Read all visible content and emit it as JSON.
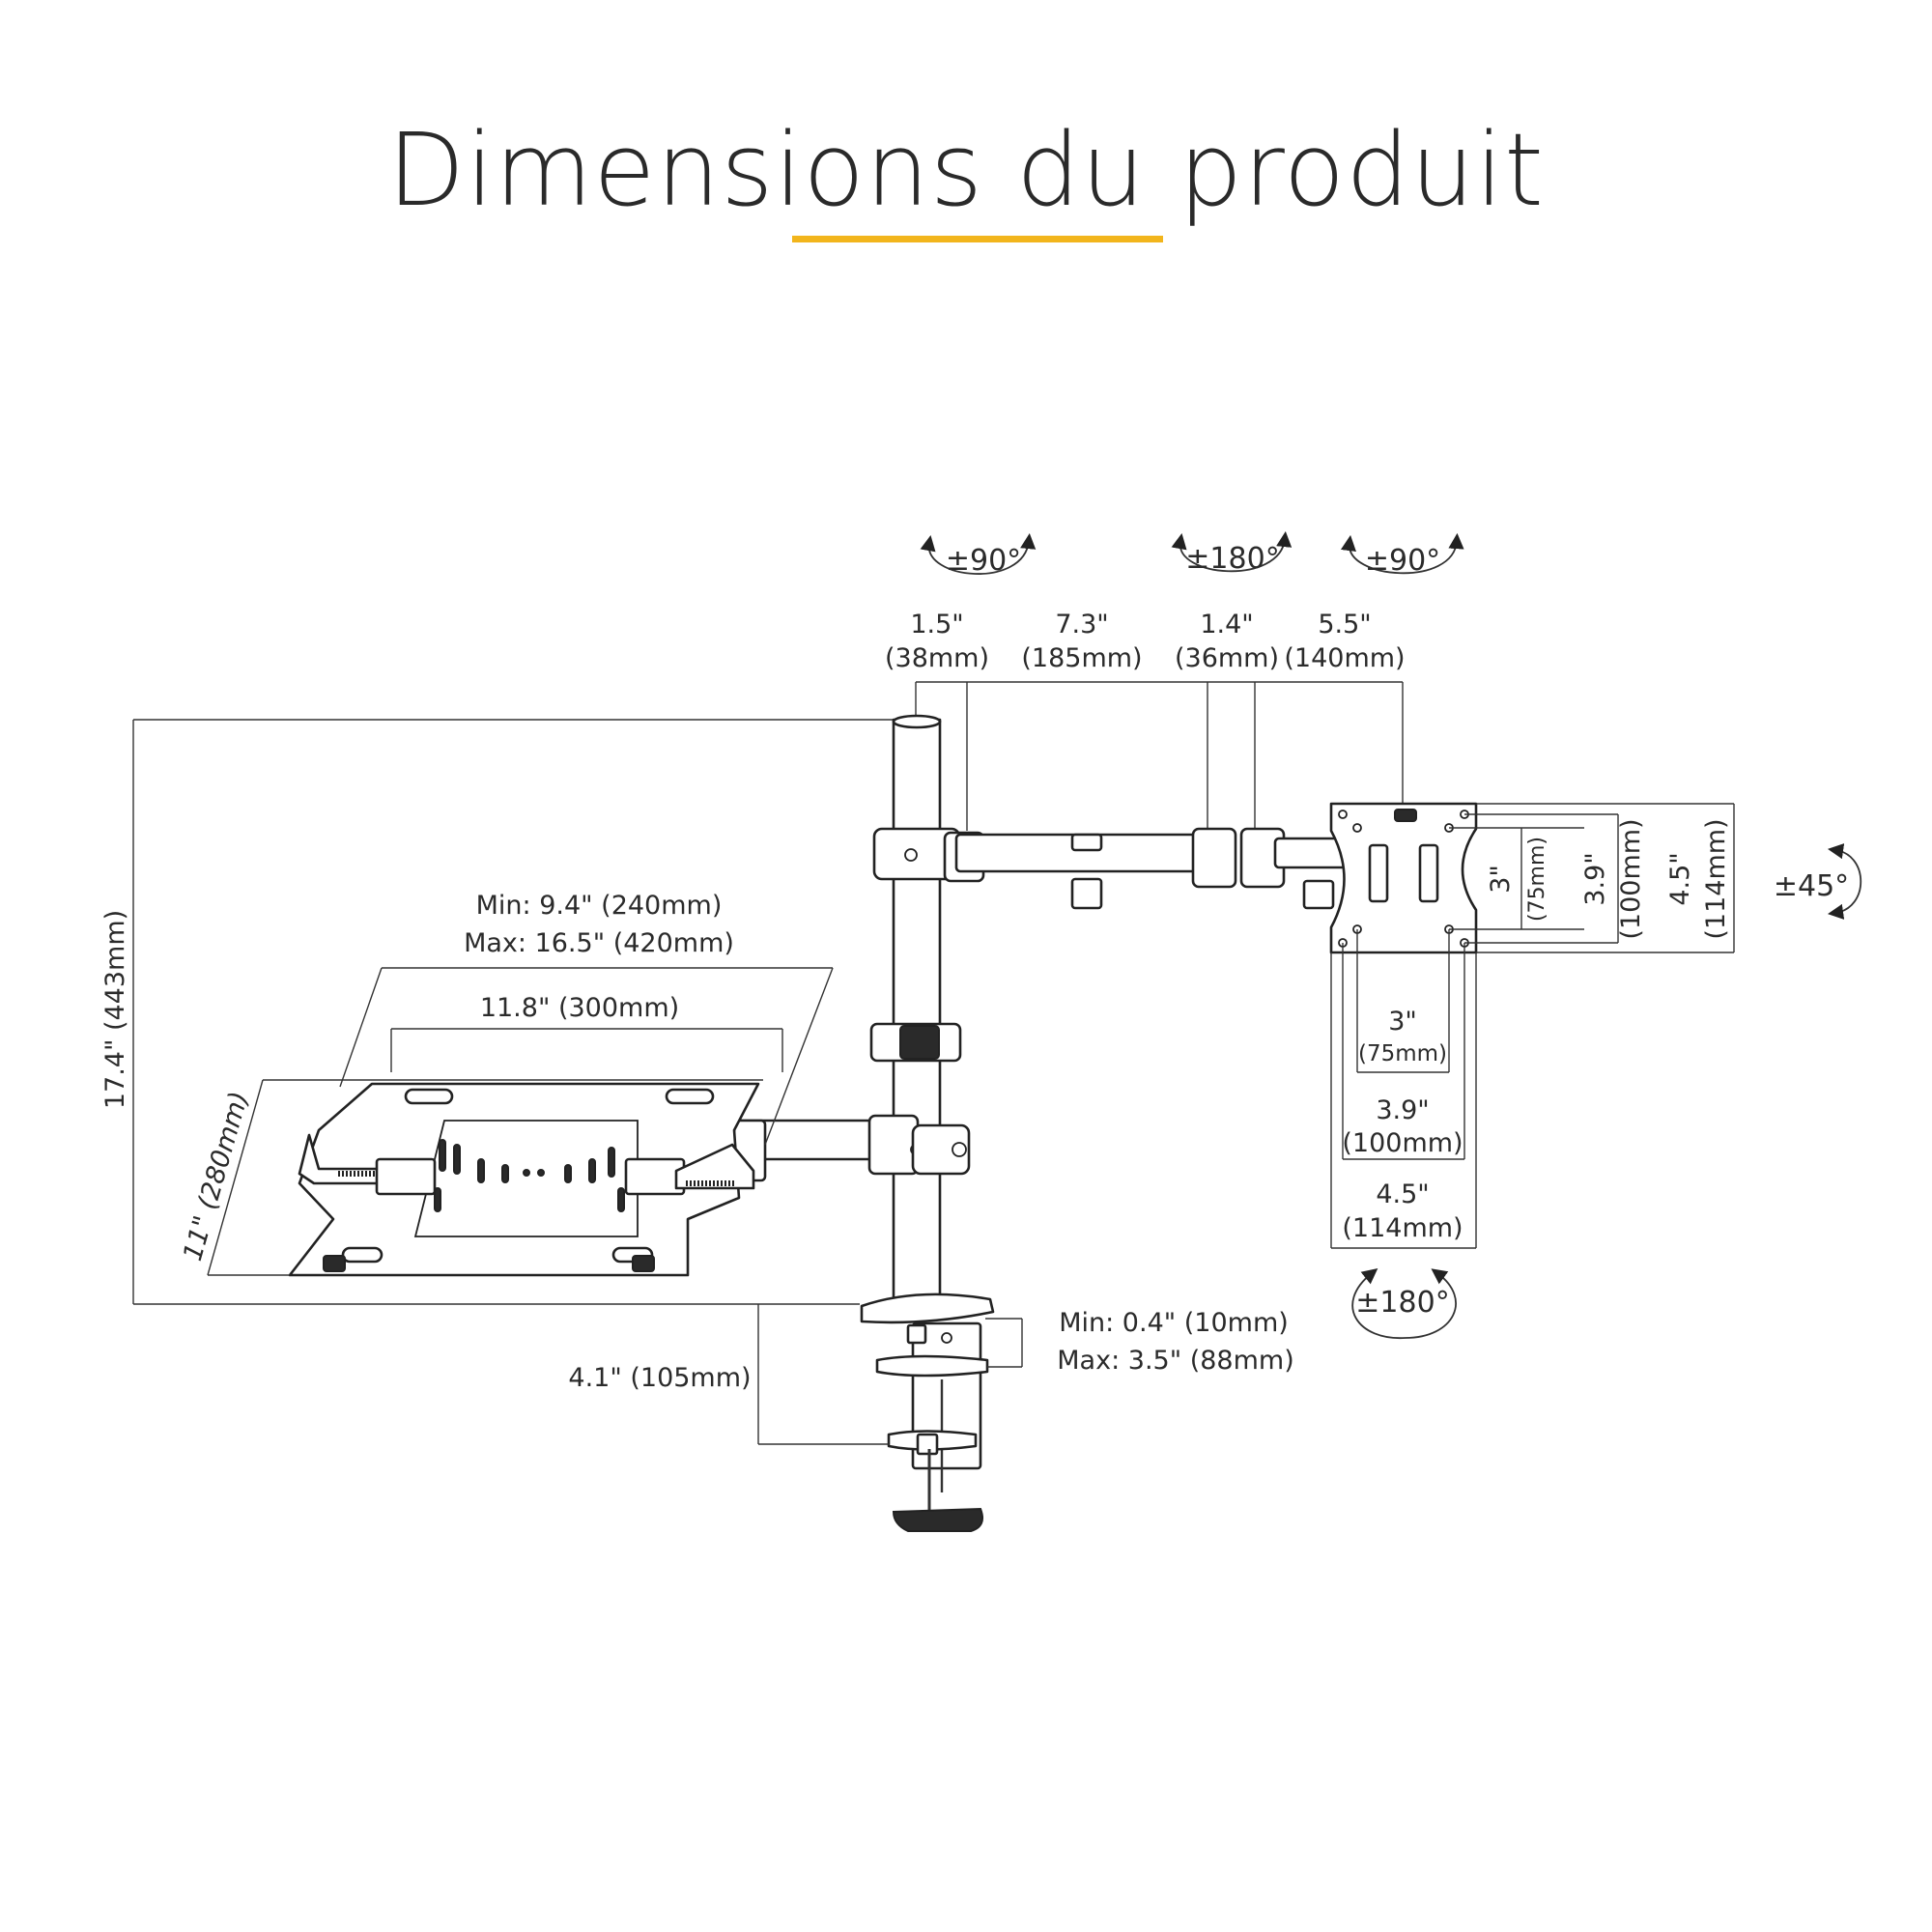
{
  "title": "Dimensions du produit",
  "accent_color": "#f2b51c",
  "rotations": {
    "arm_base": "±90°",
    "arm_joint": "±180°",
    "head_swivel": "±90°",
    "tilt": "±45°",
    "rotation": "±180°"
  },
  "arm_segments": [
    {
      "inch": "1.5\"",
      "mm": "(38mm)"
    },
    {
      "inch": "7.3\"",
      "mm": "(185mm)"
    },
    {
      "inch": "1.4\"",
      "mm": "(36mm)"
    },
    {
      "inch": "5.5\"",
      "mm": "(140mm)"
    }
  ],
  "pole_height": "17.4\" (443mm)",
  "tray": {
    "width_min": "Min: 9.4\" (240mm)",
    "width_max": "Max: 16.5\" (420mm)",
    "plate_width": "11.8\" (300mm)",
    "depth": "11\" (280mm)"
  },
  "clamp": {
    "depth": "4.1\" (105mm)",
    "thickness_min": "Min: 0.4\" (10mm)",
    "thickness_max": "Max: 3.5\" (88mm)"
  },
  "vesa_vertical": [
    {
      "inch": "3\"",
      "mm": "(75mm)"
    },
    {
      "inch": "3.9\"",
      "mm": "(100mm)"
    },
    {
      "inch": "4.5\"",
      "mm": "(114mm)"
    }
  ],
  "vesa_horizontal": [
    {
      "inch": "3\"",
      "mm": "(75mm)"
    },
    {
      "inch": "3.9\"",
      "mm": "(100mm)"
    },
    {
      "inch": "4.5\"",
      "mm": "(114mm)"
    }
  ]
}
